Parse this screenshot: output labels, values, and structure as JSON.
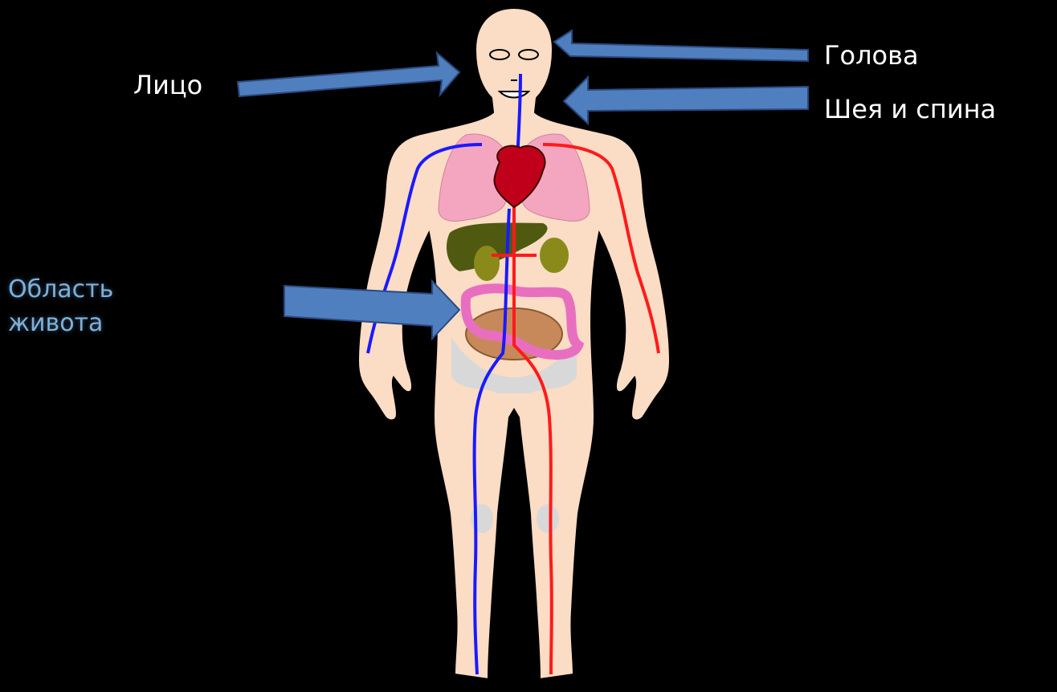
{
  "labels": {
    "face": "Лицо",
    "head": "Голова",
    "neck_back": "Шея и спина",
    "abdomen_line1": "Область",
    "abdomen_line2": "живота"
  },
  "colors": {
    "background": "#000000",
    "skin": "#fbdcc4",
    "arrow": "#4f7fbf",
    "artery": "#ff1a1a",
    "vein": "#1a1aff",
    "lungs": "#f4a6c0",
    "heart": "#c0001a",
    "liver": "#4f5a10",
    "kidneys": "#8a8a1a",
    "colon": "#e86fc0",
    "intestine": "#c8895a",
    "pelvis": "#d8d8d8"
  }
}
